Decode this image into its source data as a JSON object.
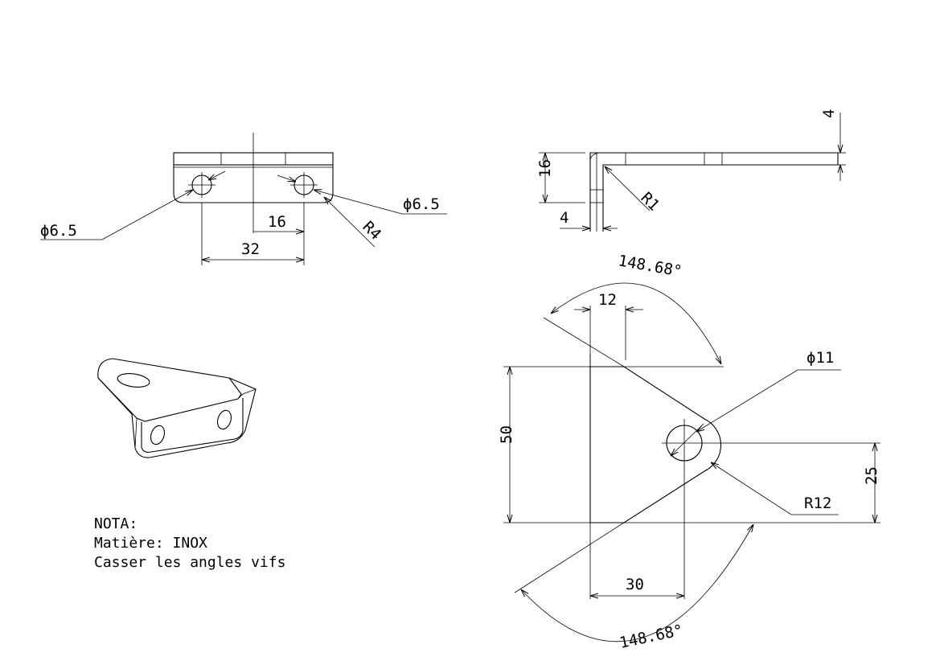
{
  "top_view": {
    "hole_left_label": "ϕ6.5",
    "hole_right_label": "ϕ6.5",
    "dim_16": "16",
    "dim_32": "32",
    "radius_label": "R4"
  },
  "side_view": {
    "dim_16": "16",
    "dim_4_horizontal": "4",
    "dim_4_vertical": "4",
    "radius_label": "R1"
  },
  "front_view": {
    "angle_top": "148.68°",
    "angle_bottom": "148.68°",
    "dim_12": "12",
    "hole_label": "ϕ11",
    "dim_50": "50",
    "dim_25": "25",
    "radius_label": "R12",
    "dim_30": "30"
  },
  "notes": {
    "line1": "NOTA:",
    "line2": "Matière: INOX",
    "line3": "Casser les angles vifs"
  }
}
